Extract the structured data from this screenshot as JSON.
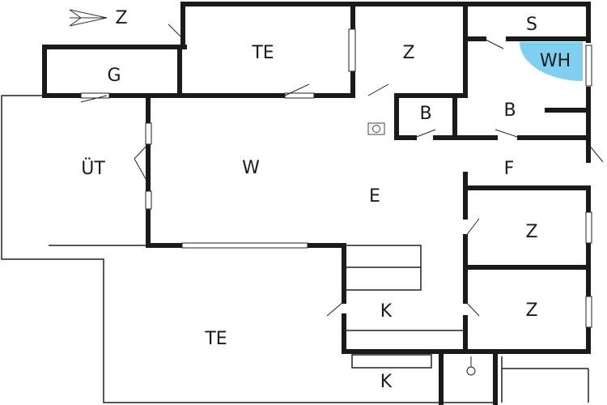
{
  "compass": {
    "label": "Z"
  },
  "rooms": {
    "te_top": "TE",
    "z_top": "Z",
    "s": "S",
    "wh": "WH",
    "g": "G",
    "b_small": "B",
    "b_right": "B",
    "ut": "ÜT",
    "w": "W",
    "e": "E",
    "f": "F",
    "z_mid": "Z",
    "z_bottom": "Z",
    "te_bottom": "TE",
    "k_upper": "K",
    "k_lower": "K"
  },
  "colors": {
    "wh_fill": "#7fd0f0",
    "wall": "#1a1a1a",
    "background": "#ffffff"
  }
}
